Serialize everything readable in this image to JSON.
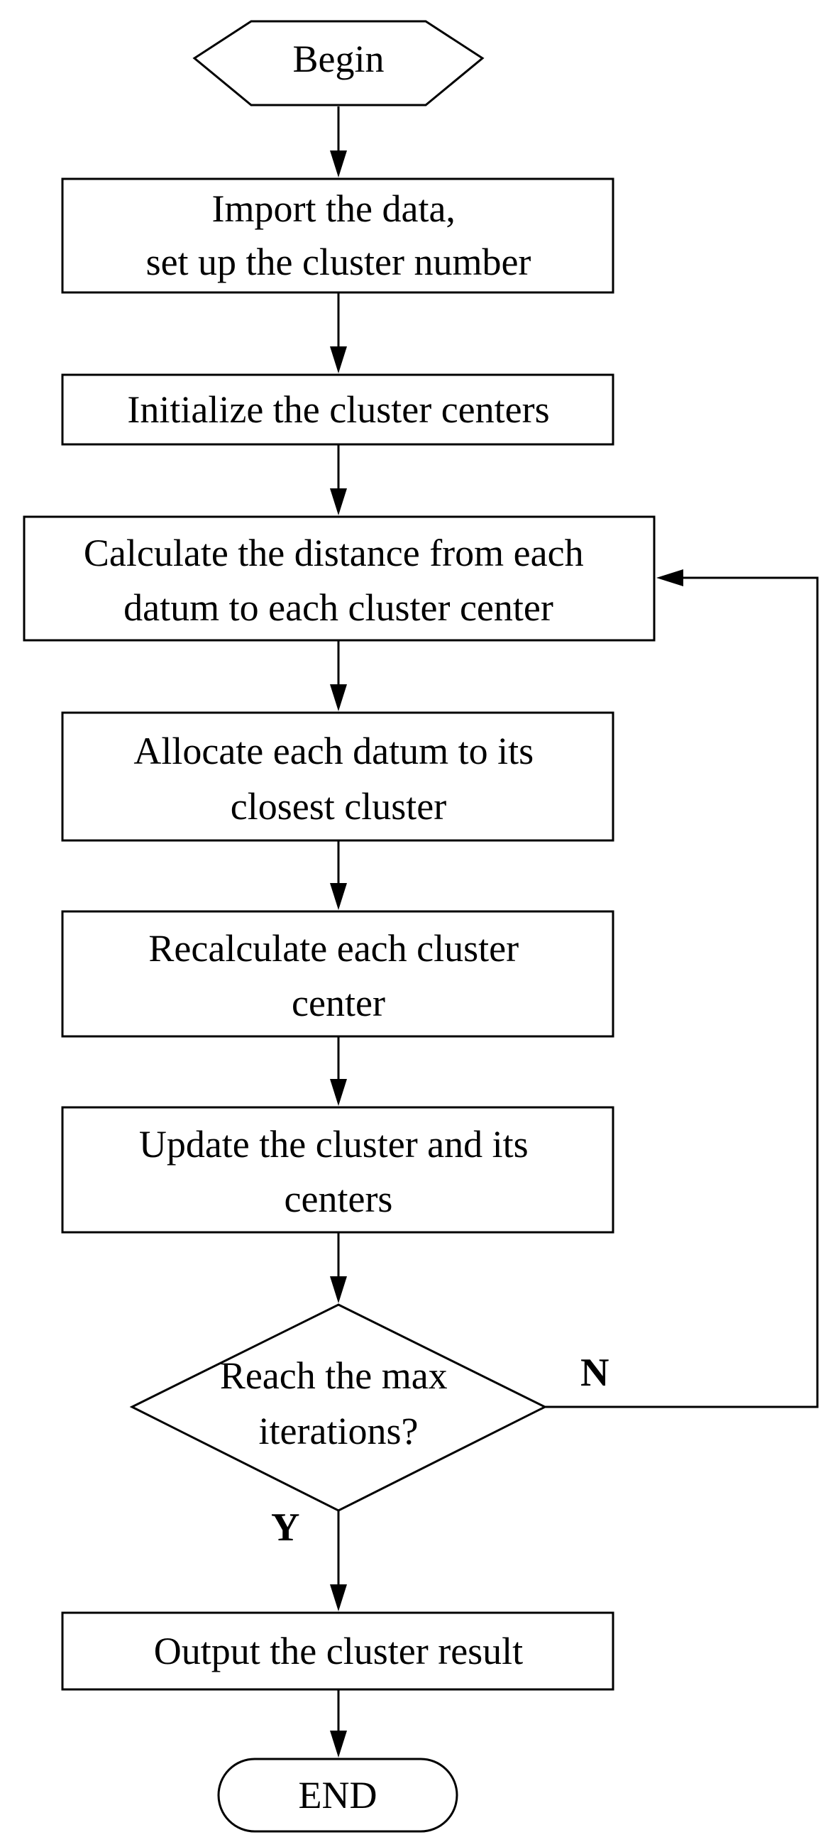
{
  "nodes": {
    "begin": {
      "lines": [
        "Begin"
      ]
    },
    "import": {
      "lines": [
        "Import the data,",
        "set up the cluster number"
      ]
    },
    "init": {
      "lines": [
        "Initialize the cluster centers"
      ]
    },
    "distance": {
      "lines": [
        "Calculate the distance from each",
        "datum to each cluster center"
      ]
    },
    "allocate": {
      "lines": [
        "Allocate each datum to its",
        "closest cluster"
      ]
    },
    "recalc": {
      "lines": [
        "Recalculate each cluster",
        "center"
      ]
    },
    "update": {
      "lines": [
        "Update the cluster and its",
        "centers"
      ]
    },
    "decision": {
      "lines": [
        "Reach the max",
        "iterations?"
      ]
    },
    "output": {
      "lines": [
        "Output the cluster result"
      ]
    },
    "end": {
      "lines": [
        "END"
      ]
    }
  },
  "branches": {
    "no": "N",
    "yes": "Y"
  }
}
